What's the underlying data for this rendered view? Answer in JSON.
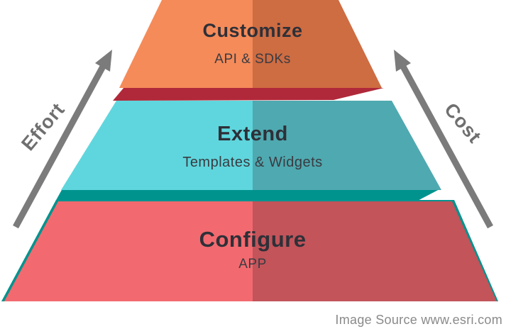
{
  "diagram": {
    "title_implicit": "Pyramid of app development approaches",
    "tiers": [
      {
        "title": "Customize",
        "subtitle": "API & SDKs"
      },
      {
        "title": "Extend",
        "subtitle": "Templates & Widgets"
      },
      {
        "title": "Configure",
        "subtitle": "APP"
      }
    ],
    "left_axis_label": "Effort",
    "right_axis_label": "Cost",
    "footer": "Image Source www.esri.com"
  },
  "colors": {
    "orange_light": "#F58B59",
    "orange_dark": "#CE6C42",
    "crimson_band": "#B0293A",
    "teal_light": "#5FD6DD",
    "teal_dark": "#4FA9B0",
    "teal_band": "#00938E",
    "red_light": "#F26A6F",
    "red_dark": "#C2545A",
    "arrow_gray": "#7B7B7B",
    "label_gray": "#6F6F6F",
    "title_text": "#2E3038",
    "subtitle_text": "#3A3B42",
    "footer_text": "#8A8A8A"
  }
}
